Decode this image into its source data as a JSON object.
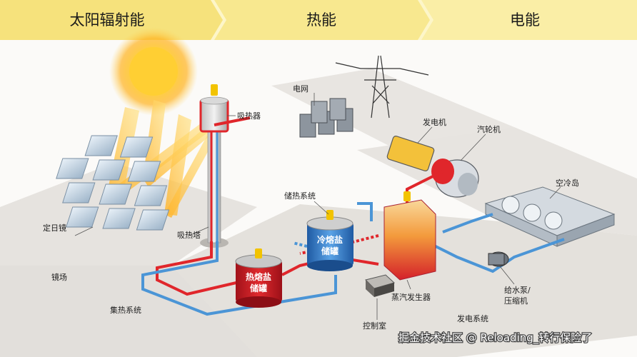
{
  "header": {
    "stages": [
      "太阳辐射能",
      "热能",
      "电能"
    ]
  },
  "labels": {
    "grid": "电网",
    "generator": "发电机",
    "turbine": "汽轮机",
    "receiver": "吸热器",
    "air_cooler": "空冷岛",
    "storage_system": "储热系统",
    "heliostat": "定日镜",
    "tower": "吸热塔",
    "cold_tank_line1": "冷熔盐",
    "cold_tank_line2": "储罐",
    "hot_tank_line1": "热熔盐",
    "hot_tank_line2": "储罐",
    "mirror_field": "镜场",
    "steam_generator": "蒸汽发生器",
    "collector_system": "集热系统",
    "control_room": "控制室",
    "power_system": "发电系统",
    "pump_line1": "给水泵/",
    "pump_line2": "压缩机"
  },
  "watermark": "掘金技术社区 @ Reloading_转行保险了",
  "colors": {
    "header_band": "#fdf6c9",
    "header_arrow": "#f5d63c",
    "hot_pipe": "#e0262b",
    "cold_pipe": "#4b95d6",
    "ground": "#e6e3df",
    "background": "#fbfaf8"
  }
}
